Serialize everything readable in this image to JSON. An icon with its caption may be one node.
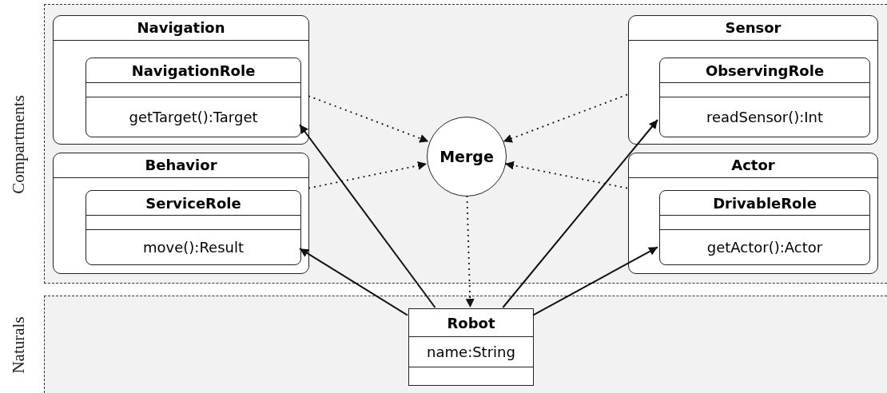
{
  "diagram": {
    "nodes": [
      {
        "text": [
          "Compartments"
        ]
      },
      {
        "text": [
          "Navigation"
        ],
        "in": 0
      },
      {
        "text": [
          "NavigationRole",
          "getTarget():Target"
        ],
        "in": 1
      },
      {
        "text": [
          "Sensor"
        ],
        "in": 0
      },
      {
        "text": [
          "ObservingRole",
          "readSensor():Int"
        ],
        "in": 3
      },
      {
        "text": [
          "Merge"
        ],
        "in": 0
      },
      {
        "text": [
          "Behavior"
        ],
        "in": 0
      },
      {
        "text": [
          "ServiceRole",
          "move():Result"
        ],
        "in": 6
      },
      {
        "text": [
          "Actor"
        ],
        "in": 0
      },
      {
        "text": [
          "DrivableRole",
          "getActor():Actor"
        ],
        "in": 8
      },
      {
        "text": [
          "Naturals"
        ]
      },
      {
        "text": [
          "Robot",
          "name:String"
        ],
        "in": 10
      }
    ],
    "edges": [
      {
        "from": 1,
        "to": 5,
        "arrow": "to",
        "style": "dashed"
      },
      {
        "from": 3,
        "to": 5,
        "arrow": "to",
        "style": "dashed"
      },
      {
        "from": 6,
        "to": 5,
        "arrow": "to",
        "style": "dashed"
      },
      {
        "from": 8,
        "to": 5,
        "arrow": "to",
        "style": "dashed"
      },
      {
        "from": 5,
        "to": 11,
        "arrow": "to",
        "style": "dashed"
      },
      {
        "from": 11,
        "to": 2,
        "arrow": "to"
      },
      {
        "from": 11,
        "to": 7,
        "arrow": "to"
      },
      {
        "from": 11,
        "to": 4,
        "arrow": "to"
      },
      {
        "from": 11,
        "to": 9,
        "arrow": "to"
      }
    ]
  }
}
